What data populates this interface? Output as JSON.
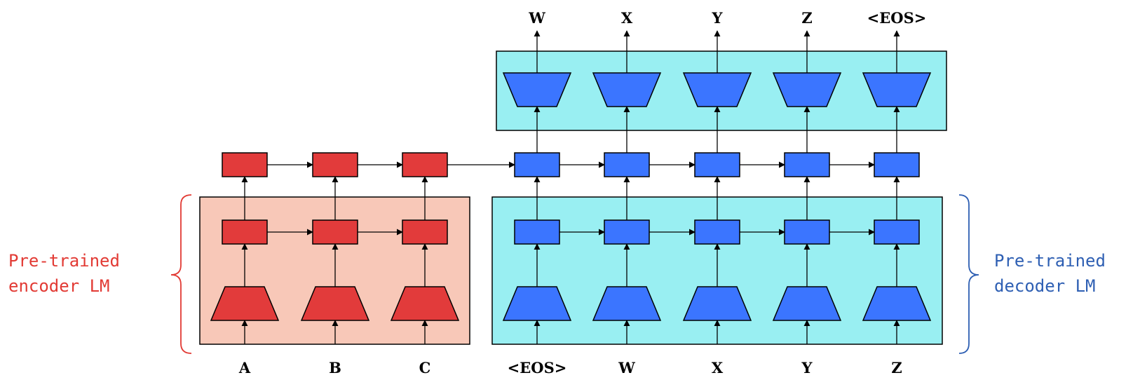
{
  "colors": {
    "encoder_fill": "#e23b3b",
    "encoder_panel": "#f8c8b8",
    "decoder_fill": "#3b75ff",
    "decoder_panel": "#99eff2",
    "encoder_label": "#e23a34",
    "decoder_label": "#2e5fb3"
  },
  "labels": {
    "encoder_line1": "Pre-trained",
    "encoder_line2": "encoder LM",
    "decoder_line1": "Pre-trained",
    "decoder_line2": "decoder LM"
  },
  "encoder_inputs": [
    "A",
    "B",
    "C"
  ],
  "decoder_inputs": [
    "<EOS>",
    "W",
    "X",
    "Y",
    "Z"
  ],
  "decoder_outputs": [
    "W",
    "X",
    "Y",
    "Z",
    "<EOS>"
  ]
}
